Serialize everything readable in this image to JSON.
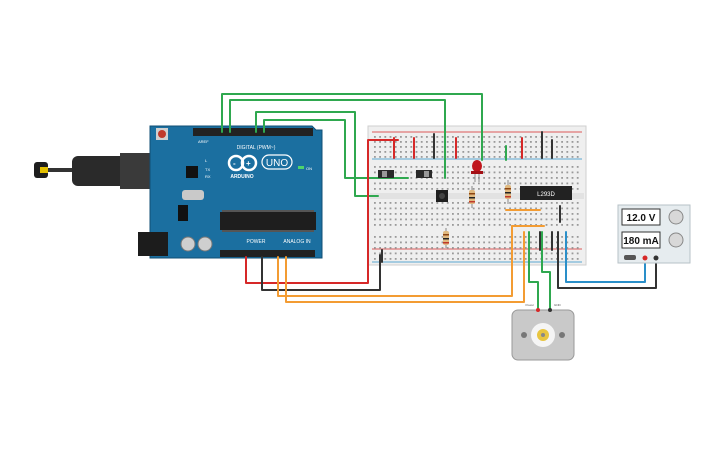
{
  "arduino": {
    "brand": "ARDUINO",
    "model": "UNO",
    "digital_label": "DIGITAL (PWM~)",
    "power_label": "POWER",
    "analog_label": "ANALOG IN",
    "aref": "AREF",
    "gnd": "GND",
    "tx": "TX",
    "rx": "RX",
    "on": "ON",
    "l": "L"
  },
  "breadboard": {
    "chip_label": "L293D"
  },
  "power_supply": {
    "voltage": "12.0 V",
    "current": "180 mA"
  },
  "motor": {
    "terminal_left": "Power",
    "terminal_right": "GND"
  },
  "colors": {
    "arduino_board": "#1b6fa0",
    "breadboard": "#efefef",
    "wire_red": "#d62828",
    "wire_black": "#333333",
    "wire_green": "#2fa84f",
    "wire_orange": "#f39c33",
    "wire_blue": "#2a8fc9",
    "led_red": "#c0151b",
    "chip": "#222222",
    "psu": "#e6ecef"
  }
}
